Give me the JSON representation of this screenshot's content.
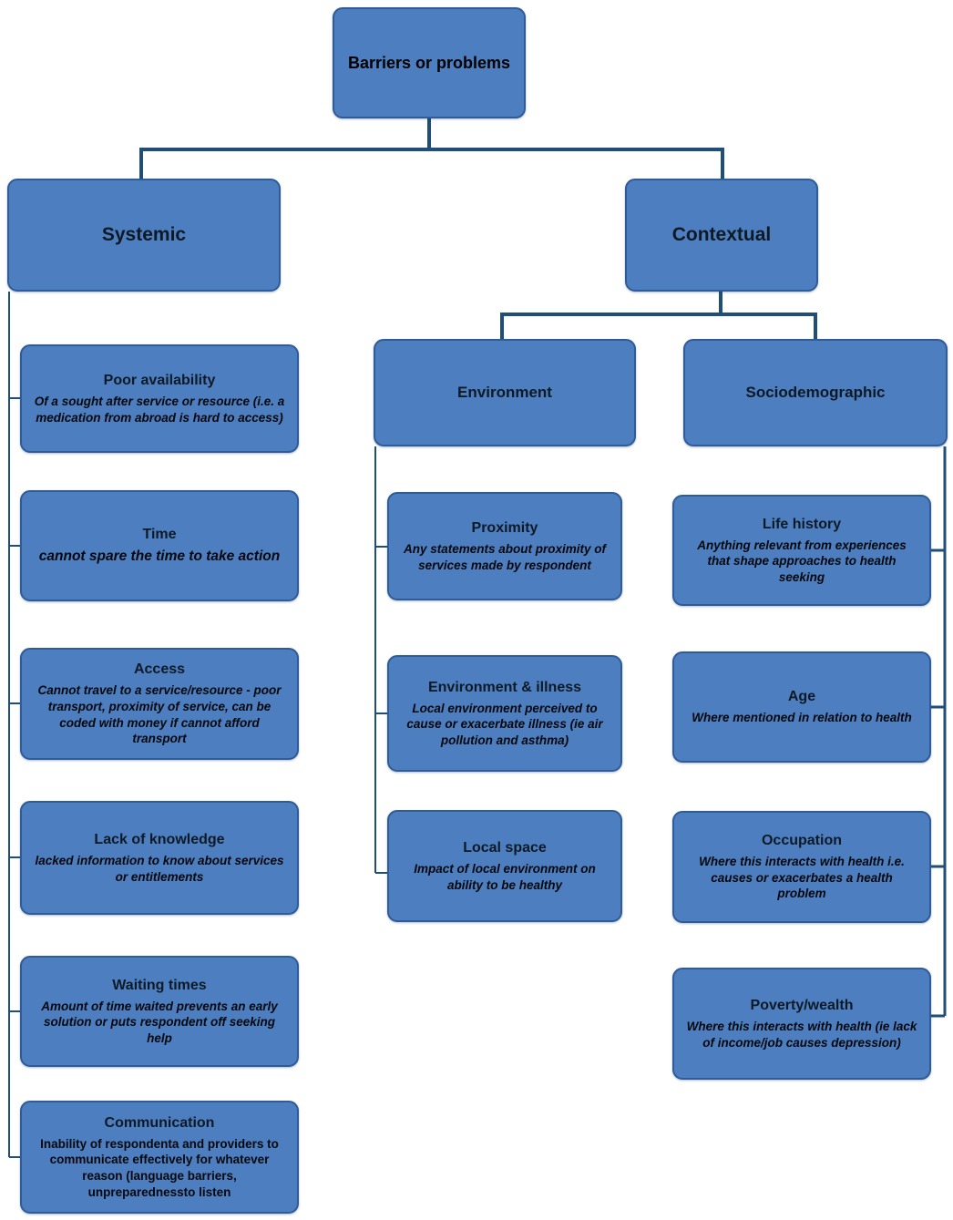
{
  "diagram": {
    "root": {
      "title": "Barriers or problems"
    },
    "systemic": {
      "title": "Systemic",
      "children": [
        {
          "title": "Poor availability",
          "desc": "Of a sought after service or resource (i.e. a medication from abroad is hard to access)"
        },
        {
          "title": "Time",
          "desc": "cannot spare the time to take action"
        },
        {
          "title": "Access",
          "desc": "Cannot travel to a service/resource - poor transport, proximity of service, can be coded with money if cannot afford transport"
        },
        {
          "title": "Lack of knowledge",
          "desc": "lacked information to know about services or entitlements"
        },
        {
          "title": "Waiting times",
          "desc": "Amount of time waited prevents an early solution or puts respondent off seeking help"
        },
        {
          "title": "Communication",
          "desc": "Inability of respondenta and providers to communicate effectively for whatever reason (language barriers, unpreparednessto listen"
        }
      ]
    },
    "contextual": {
      "title": "Contextual",
      "environment": {
        "title": "Environment",
        "children": [
          {
            "title": "Proximity",
            "desc": "Any statements about proximity of services made by respondent"
          },
          {
            "title": "Environment & illness",
            "desc": "Local environment perceived to cause or exacerbate illness (ie air pollution and asthma)"
          },
          {
            "title": "Local space",
            "desc": "Impact of local environment on ability to be healthy"
          }
        ]
      },
      "sociodemographic": {
        "title": "Sociodemographic",
        "children": [
          {
            "title": "Life history",
            "desc": "Anything relevant from experiences that shape approaches to health seeking"
          },
          {
            "title": "Age",
            "desc": "Where mentioned in relation to health"
          },
          {
            "title": "Occupation",
            "desc": "Where this interacts with health i.e. causes or exacerbates a health problem"
          },
          {
            "title": "Poverty/wealth",
            "desc": "Where this interacts with health (ie lack of income/job causes depression)"
          }
        ]
      }
    },
    "colors": {
      "box_fill": "#4d7ebf",
      "box_border": "#2e5c99",
      "connector": "#1f4e79",
      "title_text": "#0d1a26",
      "desc_text": "#05080d"
    }
  }
}
